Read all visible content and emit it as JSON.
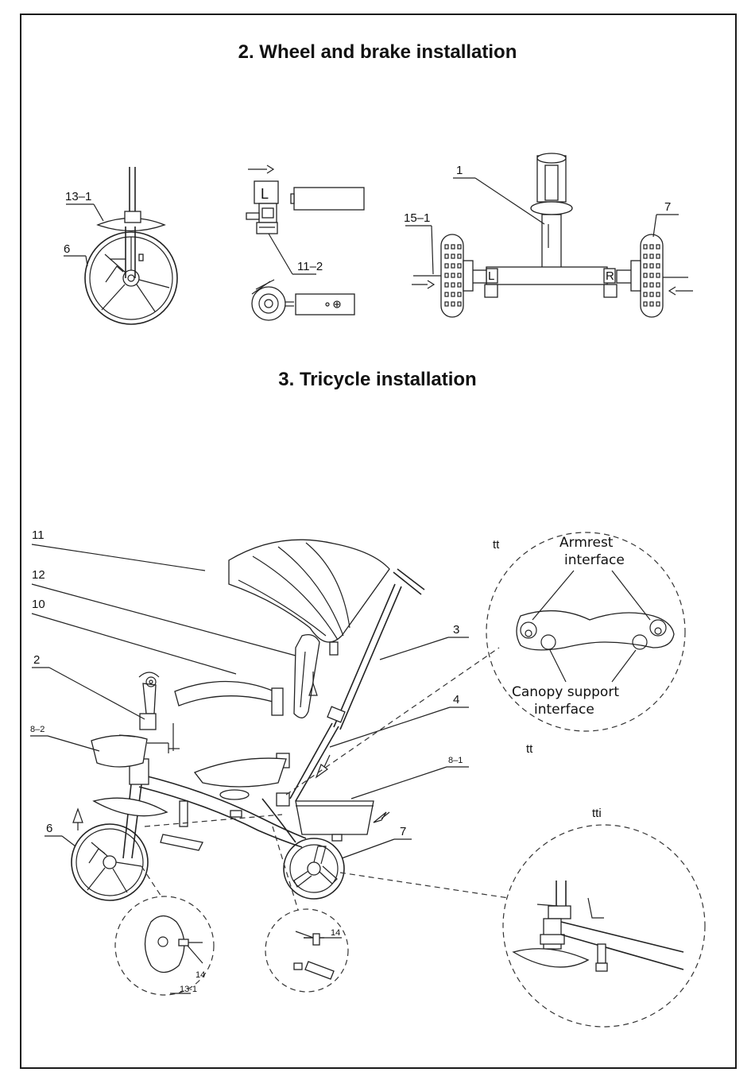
{
  "headings": {
    "wheel_brake": "2. Wheel and brake installation",
    "tricycle": "3. Tricycle installation"
  },
  "wheel_brake_labels": {
    "part_13_1": "13–1",
    "part_6": "6",
    "part_11_2": "11–2",
    "part_L": "L",
    "part_1": "1",
    "part_15_1": "15–1",
    "part_7": "7",
    "axle_L": "L",
    "axle_R": "R"
  },
  "tricycle_labels": {
    "p11": "11",
    "p12": "12",
    "p10": "10",
    "p2": "2",
    "p8_2": "8–2",
    "p6": "6",
    "p3": "3",
    "p4": "4",
    "p8_1": "8–1",
    "p7": "7",
    "p14a": "14",
    "p14b": "14",
    "p13_1": "13-1"
  },
  "detail_callouts": {
    "marker_tt_top": "tt",
    "marker_tt_bottom": "tt",
    "marker_tti": "tti",
    "armrest_line1": "Armrest",
    "armrest_line2": "interface",
    "canopy_line1": "Canopy support",
    "canopy_line2": "interface"
  }
}
